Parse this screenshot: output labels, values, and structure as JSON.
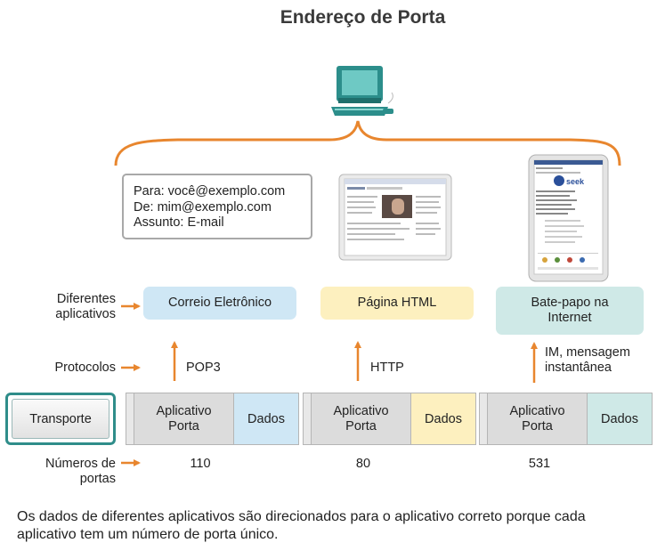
{
  "title": "Endereço de Porta",
  "email": {
    "line1": "Para: você@exemplo.com",
    "line2": "De: mim@exemplo.com",
    "line3": "Assunto: E-mail"
  },
  "labels": {
    "applications_line1": "Diferentes",
    "applications_line2": "aplicativos",
    "protocols": "Protocolos",
    "port_numbers_line1": "Números de",
    "port_numbers_line2": "portas"
  },
  "applications": [
    {
      "name": "Correio Eletrônico",
      "color": "#cfe7f5"
    },
    {
      "name_line1": "Página HTML",
      "color": "#fdf0bf"
    },
    {
      "name_line1": "Bate-papo na",
      "name_line2": "Internet",
      "color": "#cfe9e7"
    }
  ],
  "protocols": [
    {
      "name": "POP3"
    },
    {
      "name": "HTTP"
    },
    {
      "name_line1": "IM, mensagem",
      "name_line2": "instantânea"
    }
  ],
  "transport_label": "Transporte",
  "segments": [
    {
      "port_line1": "Aplicativo",
      "port_line2": "Porta",
      "data": "Dados",
      "data_color": "#cfe7f5",
      "port_number": "110"
    },
    {
      "port_line1": "Aplicativo",
      "port_line2": "Porta",
      "data": "Dados",
      "data_color": "#fdf0bf",
      "port_number": "80"
    },
    {
      "port_line1": "Aplicativo",
      "port_line2": "Porta",
      "data": "Dados",
      "data_color": "#cfe9e7",
      "port_number": "531"
    }
  ],
  "phone_logo_text": "seek",
  "footer_line1": "Os dados de diferentes aplicativos são direcionados para o aplicativo correto porque cada",
  "footer_line2": "aplicativo tem um número de porta único.",
  "colors": {
    "accent_orange": "#e8862e",
    "teal": "#2f8d8a"
  }
}
